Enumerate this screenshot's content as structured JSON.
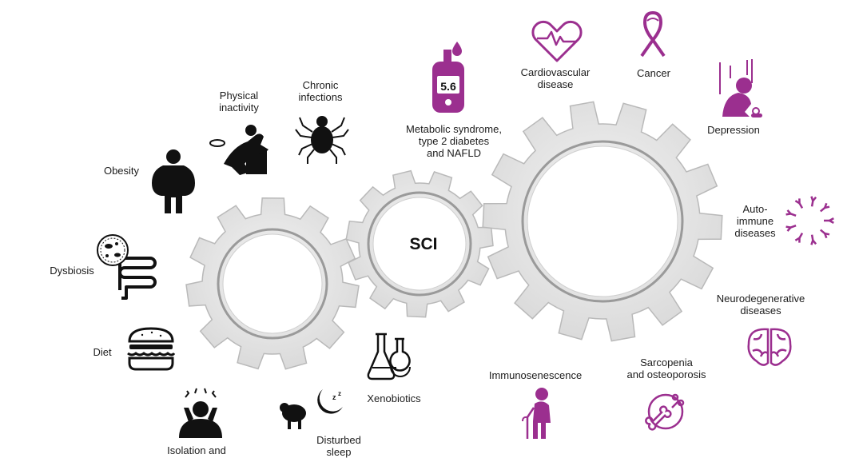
{
  "center_label": "SCI",
  "left_factors": {
    "physical_inactivity": "Physical\ninactivity",
    "chronic_infections": "Chronic\ninfections",
    "obesity": "Obesity",
    "dysbiosis": "Dysbiosis",
    "diet": "Diet",
    "isolation": "Isolation and",
    "disturbed_sleep": "Disturbed\nsleep",
    "xenobiotics": "Xenobiotics"
  },
  "right_diseases": {
    "metabolic": "Metabolic syndrome,\ntype 2 diabetes\nand NAFLD",
    "cardiovascular": "Cardiovascular\ndisease",
    "cancer": "Cancer",
    "depression": "Depression",
    "autoimmune": "Auto-\nimmune\ndiseases",
    "neurodegenerative": "Neurodegenerative\ndiseases",
    "sarcopenia": "Sarcopenia\nand osteoporosis",
    "immunosenescence": "Immunosenescence"
  },
  "glucometer_reading": "5.6",
  "colors": {
    "risk_icon": "#111111",
    "disease_icon": "#9b2f8f",
    "gear_fill": "#e4e4e4",
    "gear_stroke": "#b9b9b9"
  },
  "icons": {
    "physical_inactivity": "person-on-couch-icon",
    "chronic_infections": "tick-bug-icon",
    "obesity": "obese-person-icon",
    "dysbiosis": "gut-bacteria-icon",
    "diet": "burger-icon",
    "isolation": "stressed-person-icon",
    "disturbed_sleep": "sheep-moon-icon",
    "xenobiotics": "lab-flasks-icon",
    "metabolic": "glucometer-icon",
    "cardiovascular": "heart-pulse-icon",
    "cancer": "awareness-ribbon-icon",
    "depression": "depressed-person-icon",
    "autoimmune": "antibody-ring-icon",
    "neurodegenerative": "brain-icon",
    "sarcopenia": "bone-joint-icon",
    "immunosenescence": "elderly-person-icon"
  }
}
